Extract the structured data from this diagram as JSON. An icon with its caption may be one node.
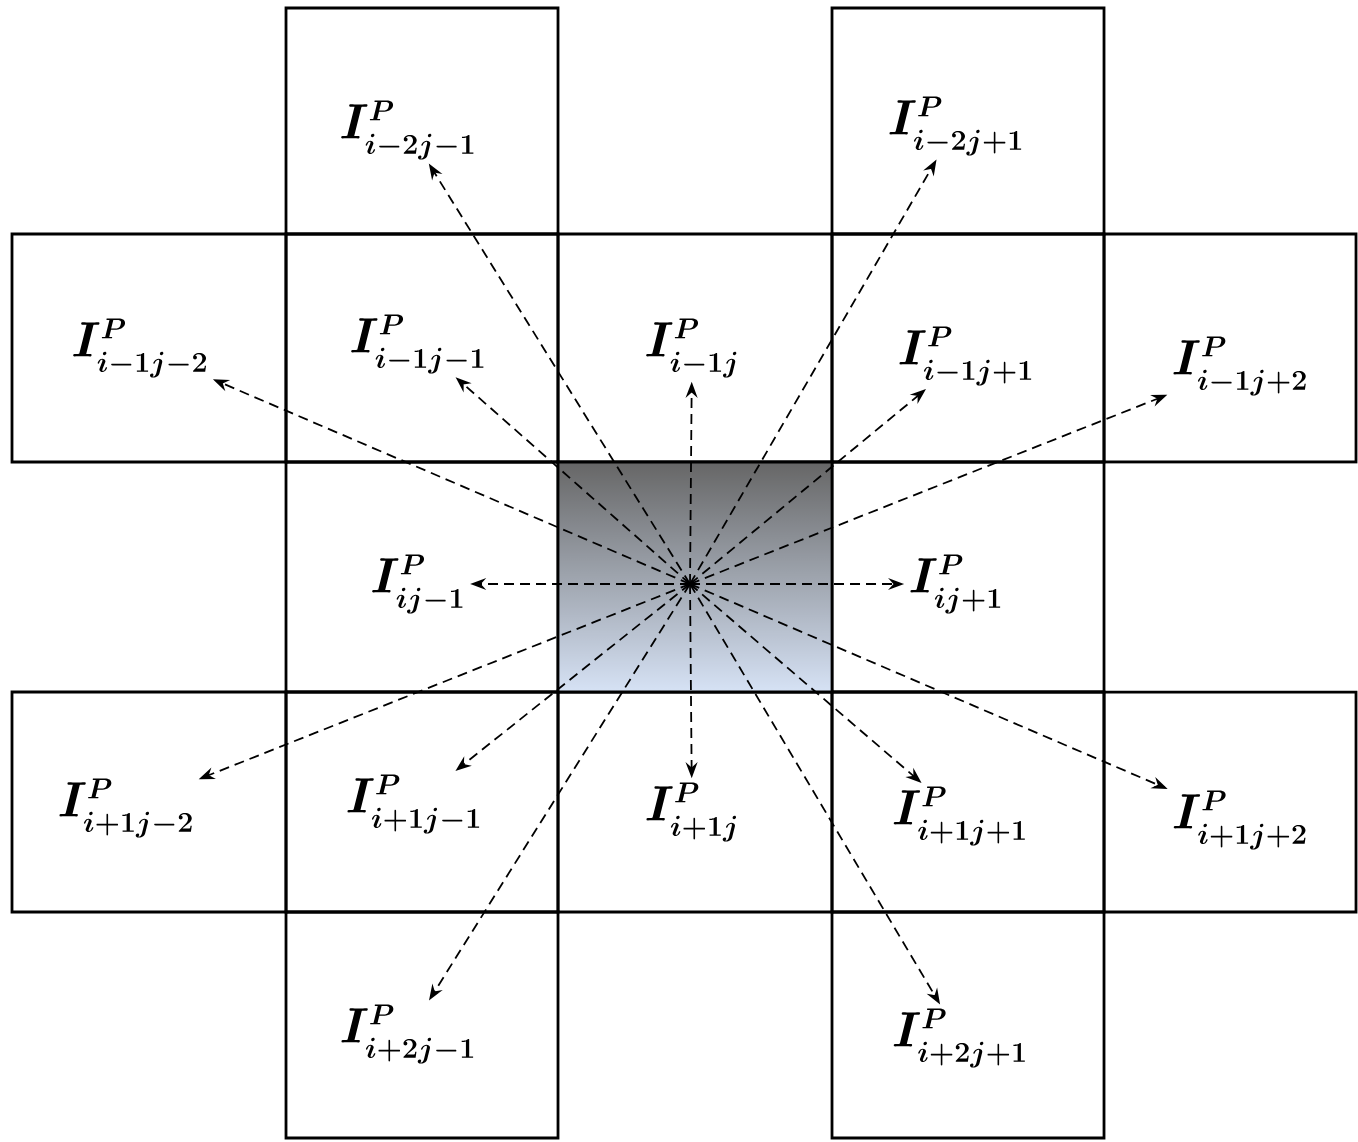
{
  "diagram": {
    "nodes": [
      {
        "text": [
          "I^{P}_{i-2j-1}"
        ]
      },
      {
        "text": [
          "I^{P}_{i-2j+1}"
        ]
      },
      {
        "text": [
          "I^{P}_{i-1j-2}"
        ]
      },
      {
        "text": [
          "I^{P}_{i-1j-1}"
        ]
      },
      {
        "text": [
          "I^{P}_{i-1j}"
        ]
      },
      {
        "text": [
          "I^{P}_{i-1j+1}"
        ]
      },
      {
        "text": [
          "I^{P}_{i-1j+2}"
        ]
      },
      {
        "text": [
          "I^{P}_{ij-1}"
        ]
      },
      {
        "text": [],
        "shape": "box"
      },
      {
        "text": [
          "I^{P}_{ij+1}"
        ]
      },
      {
        "text": [
          "I^{P}_{i+1j-2}"
        ]
      },
      {
        "text": [
          "I^{P}_{i+1j-1}"
        ]
      },
      {
        "text": [
          "I^{P}_{i+1j}"
        ]
      },
      {
        "text": [
          "I^{P}_{i+1j+1}"
        ]
      },
      {
        "text": [
          "I^{P}_{i+1j+2}"
        ]
      },
      {
        "text": [
          "I^{P}_{i+2j-1}"
        ]
      },
      {
        "text": [
          "I^{P}_{i+2j+1}"
        ]
      }
    ],
    "edges": [
      {
        "from": 8,
        "to": 0,
        "arrow": "to",
        "style": "dashed"
      },
      {
        "from": 8,
        "to": 1,
        "arrow": "to",
        "style": "dashed"
      },
      {
        "from": 8,
        "to": 2,
        "arrow": "to",
        "style": "dashed"
      },
      {
        "from": 8,
        "to": 3,
        "arrow": "to",
        "style": "dashed"
      },
      {
        "from": 8,
        "to": 4,
        "arrow": "to",
        "style": "dashed"
      },
      {
        "from": 8,
        "to": 5,
        "arrow": "to",
        "style": "dashed"
      },
      {
        "from": 8,
        "to": 6,
        "arrow": "to",
        "style": "dashed"
      },
      {
        "from": 8,
        "to": 7,
        "arrow": "to",
        "style": "dashed"
      },
      {
        "from": 8,
        "to": 9,
        "arrow": "to",
        "style": "dashed"
      },
      {
        "from": 8,
        "to": 10,
        "arrow": "to",
        "style": "dashed"
      },
      {
        "from": 8,
        "to": 11,
        "arrow": "to",
        "style": "dashed"
      },
      {
        "from": 8,
        "to": 12,
        "arrow": "to",
        "style": "dashed"
      },
      {
        "from": 8,
        "to": 13,
        "arrow": "to",
        "style": "dashed"
      },
      {
        "from": 8,
        "to": 14,
        "arrow": "to",
        "style": "dashed"
      },
      {
        "from": 8,
        "to": 15,
        "arrow": "to",
        "style": "dashed"
      },
      {
        "from": 8,
        "to": 16,
        "arrow": "to",
        "style": "dashed"
      }
    ]
  }
}
